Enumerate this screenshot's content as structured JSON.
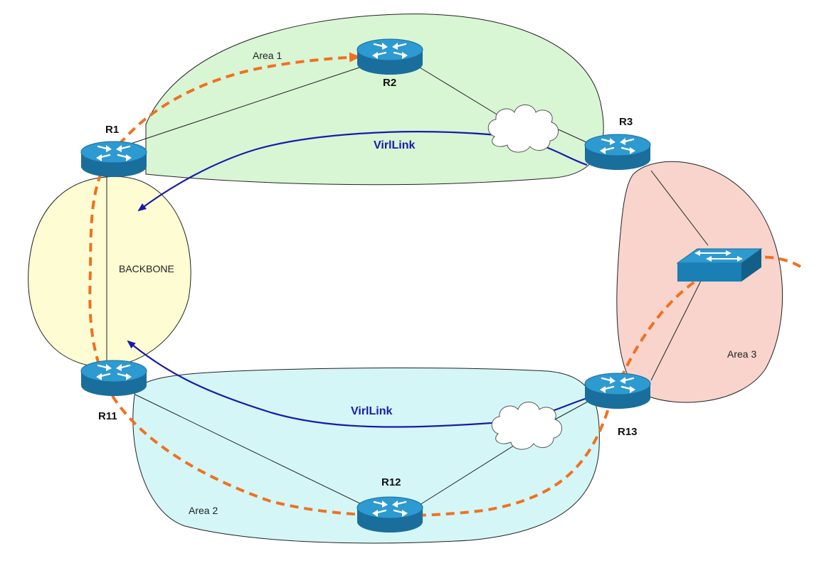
{
  "areas": {
    "area1": "Area 1",
    "area2": "Area 2",
    "area3": "Area 3",
    "backbone": "BACKBONE"
  },
  "routers": {
    "r1": "R1",
    "r2": "R2",
    "r3": "R3",
    "r11": "R11",
    "r12": "R12",
    "r13": "R13"
  },
  "virtual_links": {
    "top": "VirlLink",
    "bottom": "VirlLink"
  },
  "colors": {
    "area1_fill": "#d8f5d4",
    "area2_fill": "#d4f6f6",
    "area3_fill": "#f8d4cc",
    "backbone_fill": "#fdfcd2",
    "virtual_link": "#1a1aaa",
    "path_dashed": "#f07020",
    "router_top": "#2d9ad1",
    "router_side": "#1a6e9c"
  },
  "icons": {
    "router": "router-icon",
    "switch": "switch-icon",
    "cloud": "cloud-icon"
  }
}
